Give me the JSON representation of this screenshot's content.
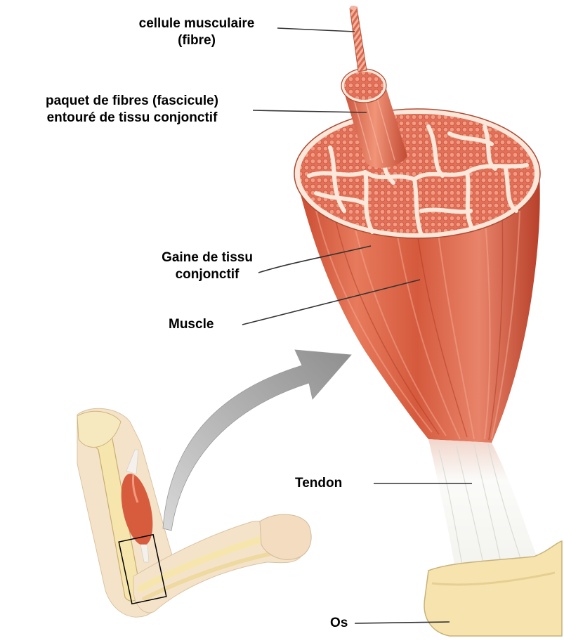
{
  "labels": {
    "fibre": {
      "line1": "cellule musculaire",
      "line2": "(fibre)"
    },
    "fascicle": {
      "line1": "paquet de fibres (fascicule)",
      "line2": "entouré de tissu conjonctif"
    },
    "sheath": {
      "line1": "Gaine de tissu",
      "line2": "conjonctif"
    },
    "muscle": "Muscle",
    "tendon": "Tendon",
    "bone": "Os"
  },
  "colors": {
    "muscle": "#d9553a",
    "muscle_light": "#f0a08a",
    "connective": "#fbe9dc",
    "bone": "#f5e4b2",
    "arrow": "#a9a9a9",
    "tendon": "#f7f7f5",
    "skin": "#f4e0c4"
  }
}
